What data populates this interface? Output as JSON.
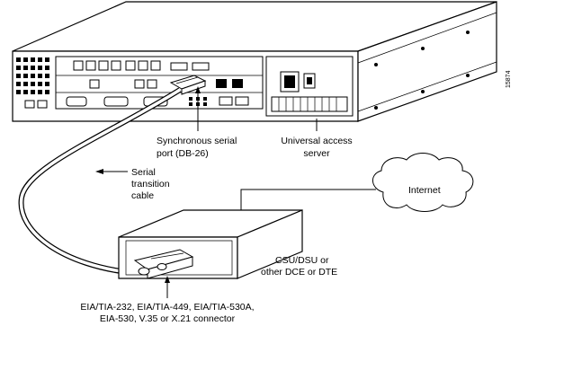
{
  "figure_id": "15874",
  "labels": {
    "sync_port": [
      "Synchronous serial",
      "port (DB-26)"
    ],
    "server": [
      "Universal access",
      "server"
    ],
    "cable": [
      "Serial",
      "transition",
      "cable"
    ],
    "internet": "Internet",
    "csu": [
      "CSU/DSU or",
      "other DCE or DTE"
    ],
    "connector": [
      "EIA/TIA-232, EIA/TIA-449, EIA/TIA-530A,",
      "EIA-530, V.35 or X.21 connector"
    ]
  }
}
